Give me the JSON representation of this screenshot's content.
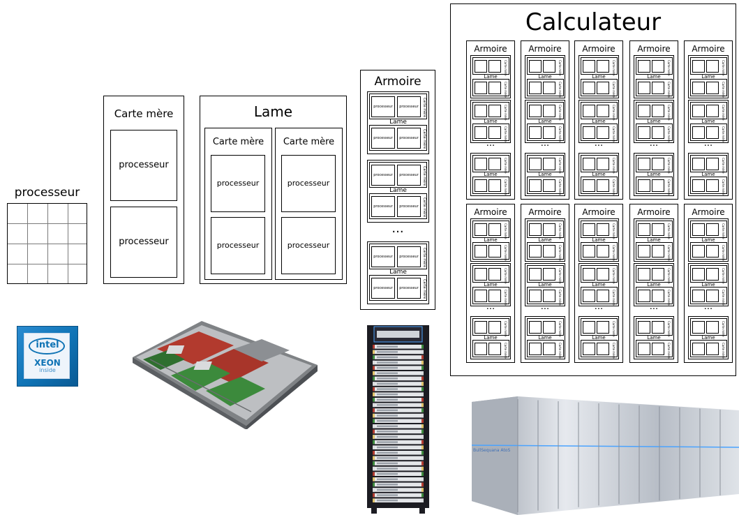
{
  "labels": {
    "processeur": "processeur",
    "carte_mere": "Carte mère",
    "lame": "Lame",
    "armoire": "Armoire",
    "calculateur": "Calculateur",
    "ellipsis": "..."
  },
  "photos": {
    "intel_badge": {
      "brand": "intel",
      "line1": "XEON",
      "line2": "inside"
    },
    "supercomputer_brand": "BullSequana  AtoS"
  },
  "colors": {
    "border": "#000000",
    "intel_blue": "#0f73b5",
    "rack_dark": "#1c1c22",
    "board_green": "#3c8a3c",
    "board_red": "#b23a2e",
    "super_silver": "#c9ced6",
    "super_blue_line": "#4aa3ff"
  }
}
